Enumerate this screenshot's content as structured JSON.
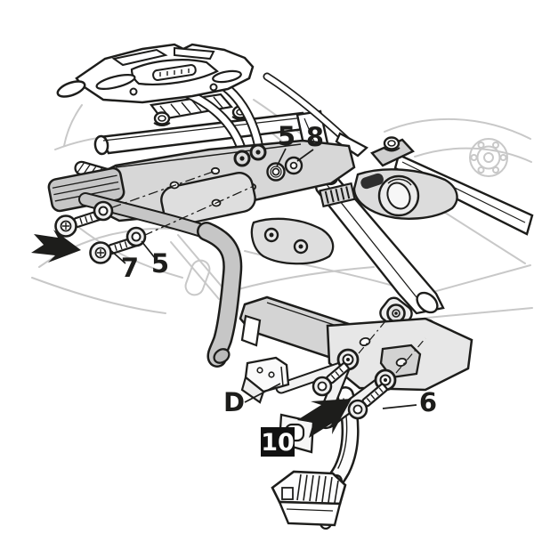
{
  "drawing": {
    "line_color": "#1d1d1b",
    "tube_fill_gray": "#c6c6c6",
    "plate_fill_gray": "#d7d7d7",
    "faint_line_gray": "#c8c8c8",
    "background": "#ffffff"
  },
  "callouts": [
    {
      "id": "washer-top",
      "label": "5"
    },
    {
      "id": "nut-top",
      "label": "8"
    },
    {
      "id": "screw-left",
      "label": "7"
    },
    {
      "id": "washer-left",
      "label": "5"
    },
    {
      "id": "bracket-d",
      "label": "D"
    },
    {
      "id": "bracket-side",
      "label": "6"
    }
  ],
  "step_badge": {
    "label": "10",
    "background": "#111111",
    "text_color": "#ffffff"
  },
  "icons": {
    "arrows": [
      "push-direction-arrow-left",
      "push-direction-arrow-bottom"
    ]
  }
}
